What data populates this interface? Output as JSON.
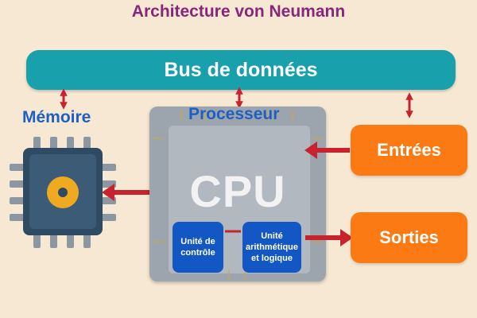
{
  "title": "Architecture von Neumann",
  "bus": {
    "label": "Bus de données"
  },
  "memory": {
    "label": "Mémoire"
  },
  "processor": {
    "label": "Processeur",
    "cpu_label": "CPU",
    "control_unit": {
      "line1": "Unité de",
      "line2": "contrôle"
    },
    "alu": {
      "line1": "Unité",
      "line2": "arithmétique",
      "line3": "et logique"
    }
  },
  "inputs": {
    "label": "Entrées"
  },
  "outputs": {
    "label": "Sorties"
  },
  "colors": {
    "title": "#87267a",
    "bus": "#19a0ad",
    "section_label": "#1f5fc2",
    "io_box": "#fb7a13",
    "unit_box": "#1257c4",
    "arrow": "#c8222c",
    "background": "#f7e8d3"
  }
}
